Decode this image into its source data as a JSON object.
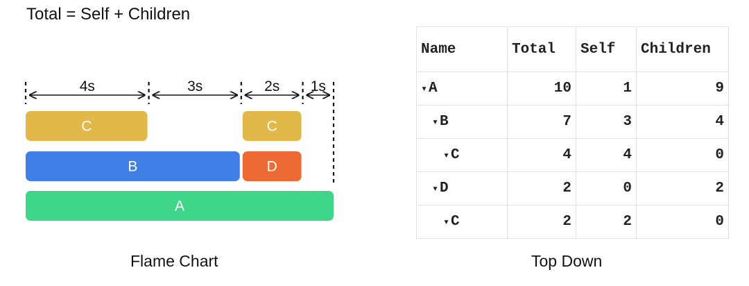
{
  "title": "Total = Self + Children",
  "flame": {
    "caption": "Flame Chart",
    "segments": [
      {
        "label": "4s",
        "start": 0,
        "end": 4
      },
      {
        "label": "3s",
        "start": 4,
        "end": 7
      },
      {
        "label": "2s",
        "start": 7,
        "end": 9
      },
      {
        "label": "1s",
        "start": 9,
        "end": 10
      }
    ],
    "bars": [
      {
        "label": "C",
        "depth": 2,
        "start": 0,
        "end": 4,
        "color": "#E3B84A"
      },
      {
        "label": "C",
        "depth": 2,
        "start": 7,
        "end": 9,
        "color": "#E3B84A"
      },
      {
        "label": "B",
        "depth": 1,
        "start": 0,
        "end": 7,
        "color": "#3F7FE6"
      },
      {
        "label": "D",
        "depth": 1,
        "start": 7,
        "end": 9,
        "color": "#EE6A35"
      },
      {
        "label": "A",
        "depth": 0,
        "start": 0,
        "end": 10,
        "color": "#3FD68A"
      }
    ]
  },
  "topdown": {
    "caption": "Top Down",
    "headers": [
      "Name",
      "Total",
      "Self",
      "Children"
    ],
    "triangle": "▾",
    "rows": [
      {
        "name": "A",
        "indent": 0,
        "total": "10",
        "self": "1",
        "children": "9"
      },
      {
        "name": "B",
        "indent": 1,
        "total": "7",
        "self": "3",
        "children": "4"
      },
      {
        "name": "C",
        "indent": 2,
        "total": "4",
        "self": "4",
        "children": "0"
      },
      {
        "name": "D",
        "indent": 1,
        "total": "2",
        "self": "0",
        "children": "2"
      },
      {
        "name": "C",
        "indent": 2,
        "total": "2",
        "self": "2",
        "children": "0"
      }
    ]
  }
}
